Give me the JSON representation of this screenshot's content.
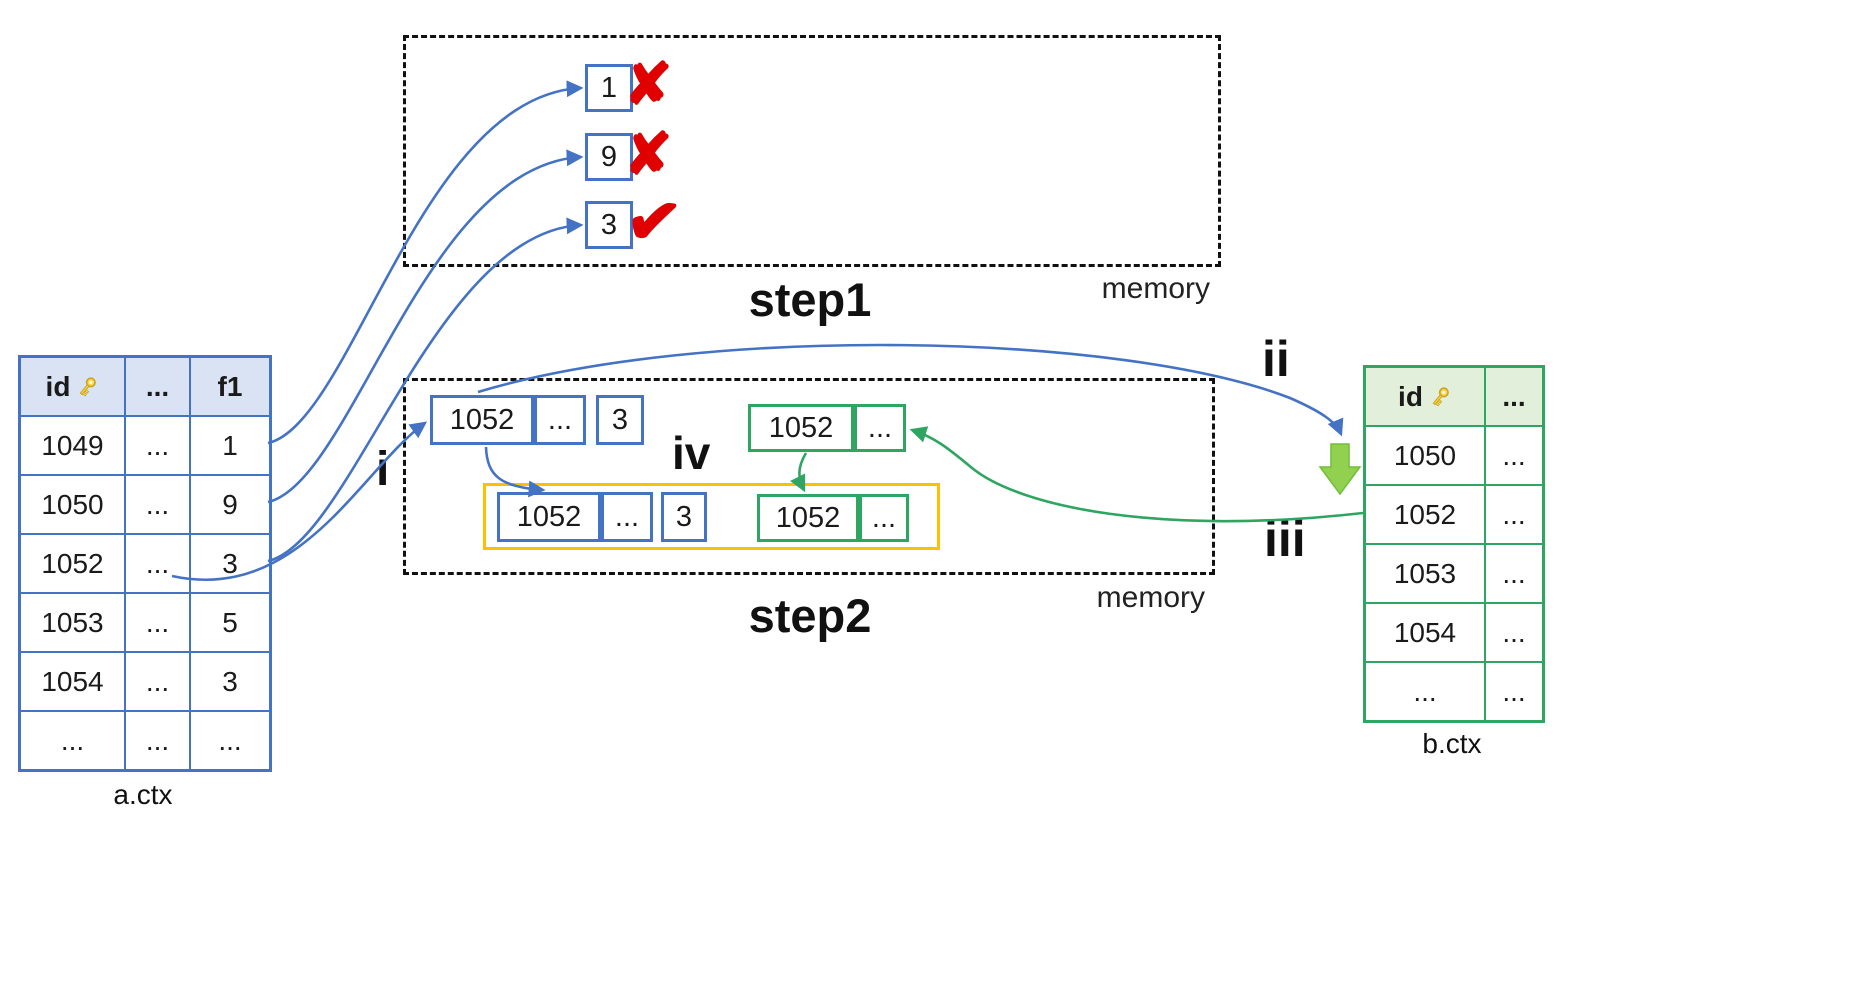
{
  "tables": {
    "a": {
      "caption": "a.ctx",
      "headers": [
        "id",
        "...",
        "f1"
      ],
      "rows": [
        [
          "1049",
          "...",
          "1"
        ],
        [
          "1050",
          "...",
          "9"
        ],
        [
          "1052",
          "...",
          "3"
        ],
        [
          "1053",
          "...",
          "5"
        ],
        [
          "1054",
          "...",
          "3"
        ],
        [
          "...",
          "...",
          "..."
        ]
      ]
    },
    "b": {
      "caption": "b.ctx",
      "headers": [
        "id",
        "..."
      ],
      "rows": [
        [
          "1050",
          "..."
        ],
        [
          "1052",
          "..."
        ],
        [
          "1053",
          "..."
        ],
        [
          "1054",
          "..."
        ],
        [
          "...",
          "..."
        ]
      ]
    }
  },
  "step1": {
    "title": "step1",
    "memory_label": "memory",
    "checked_values": [
      {
        "value": "1",
        "mark": "✘"
      },
      {
        "value": "9",
        "mark": "✘"
      },
      {
        "value": "3",
        "mark": "✔"
      }
    ]
  },
  "step2": {
    "title": "step2",
    "memory_label": "memory",
    "records": {
      "blue_top": [
        "1052",
        "...",
        "3"
      ],
      "green_top": [
        "1052",
        "..."
      ],
      "merged_blue": [
        "1052",
        "...",
        "3"
      ],
      "merged_green": [
        "1052",
        "..."
      ]
    }
  },
  "labels": {
    "i": "i",
    "ii": "ii",
    "iii": "iii",
    "iv": "iv"
  },
  "icons": {
    "primary_key": "key-icon"
  },
  "colors": {
    "blue": "#4472C4",
    "blue_light": "#DAE3F3",
    "green": "#2EA560",
    "green_light": "#E2EFDA",
    "yellow": "#FFC000",
    "red": "#E10000",
    "block_arrow_green": "#92D050"
  }
}
